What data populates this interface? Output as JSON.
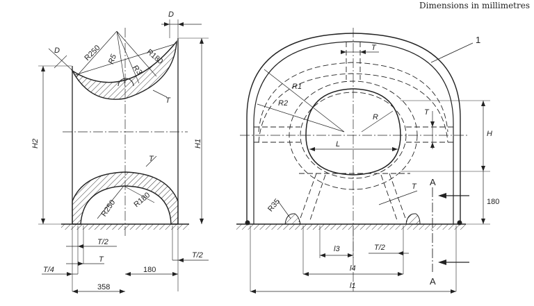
{
  "header": {
    "note": "Dimensions in millimetres"
  },
  "side_view": {
    "labels": {
      "D_top": "D",
      "D_left": "D",
      "R250_top": "R250",
      "R5": "R5",
      "R3": "R3",
      "R180_top": "R180",
      "T_top": "T",
      "H2": "H2",
      "H1": "H1",
      "T_bottom": "T",
      "R250_bottom": "R250",
      "R180_bottom": "R180"
    },
    "dimensions": {
      "T_half_left": "T/2",
      "T_left": "T",
      "T_quarter": "T/4",
      "d180": "180",
      "T_half_right": "T/2",
      "d358": "358"
    }
  },
  "front_view": {
    "labels": {
      "item_1": "1",
      "T_top": "T",
      "R1": "R1",
      "R2": "R2",
      "R": "R",
      "T_right": "T",
      "H": "H",
      "L": "L",
      "R35": "R35",
      "T_leg": "T",
      "d180": "180",
      "A_top": "A",
      "A_bottom": "A"
    },
    "dimensions": {
      "l3": "l3",
      "T_half": "T/2",
      "l4": "l4",
      "l1": "l1"
    }
  }
}
